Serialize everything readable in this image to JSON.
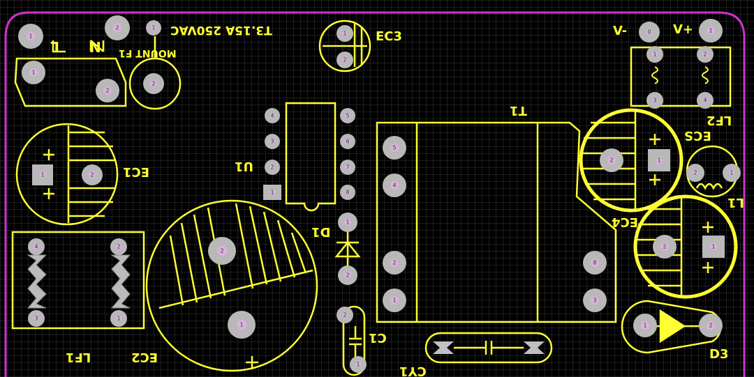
{
  "board": {
    "background_color": "#000000",
    "grid_color": "#3a3a3a",
    "outline_color": "#cc33cc",
    "silkscreen_color": "#ffff33",
    "pad_color": "#b8b8b8",
    "pad_hole_color": "#d9b3d9",
    "mirrored_view": true
  },
  "labels": {
    "fuse_rating": "T3.15A 250VAC",
    "fuse_mount": "MOUNT F1",
    "L": "L",
    "N": "N",
    "EC3": "EC3",
    "V_minus": "V-",
    "V_plus": "V+",
    "LF2": "LF2",
    "T1": "T1",
    "U1": "U1",
    "EC1": "EC1",
    "EC2": "EC2",
    "EC4": "EC4",
    "L1": "L1",
    "D1": "D1",
    "C1": "C1",
    "CY1": "CY1",
    "D3": "D3",
    "LF1": "LF1",
    "ECS": "ECS"
  },
  "pin_numbers": {
    "left_top_1": "1",
    "left_top_2": "2",
    "fuse_a": "1",
    "fuse_b": "2",
    "term_1": "1",
    "term_2": "2",
    "ec3_1": "1",
    "ec3_2": "2",
    "vminus": "0",
    "vplus": "1",
    "lf2_1": "1",
    "lf2_2": "2",
    "lf2_3": "3",
    "lf2_4": "4",
    "u1_1": "1",
    "u1_2": "2",
    "u1_3": "3",
    "u1_4": "4",
    "u1_5": "5",
    "u1_6": "6",
    "u1_7": "7",
    "u1_8": "8",
    "t1_5": "5",
    "t1_4": "4",
    "t1_1": "1",
    "t1_2": "2",
    "t1_8": "8",
    "t1_3": "3",
    "ec1_1": "1",
    "ec1_2": "2",
    "ec5_1": "1",
    "ec5_2": "2",
    "l1_1": "1",
    "l1_2": "2",
    "ec4_1": "1",
    "ec4_2": "2",
    "d1_1": "1",
    "d1_2": "2",
    "ec2_1": "1",
    "ec2_2": "2",
    "lf1_1": "1",
    "lf1_2": "2",
    "lf1_3": "3",
    "lf1_4": "4",
    "c1_1": "1",
    "c1_2": "2",
    "d3_1": "1",
    "d3_2": "2"
  }
}
